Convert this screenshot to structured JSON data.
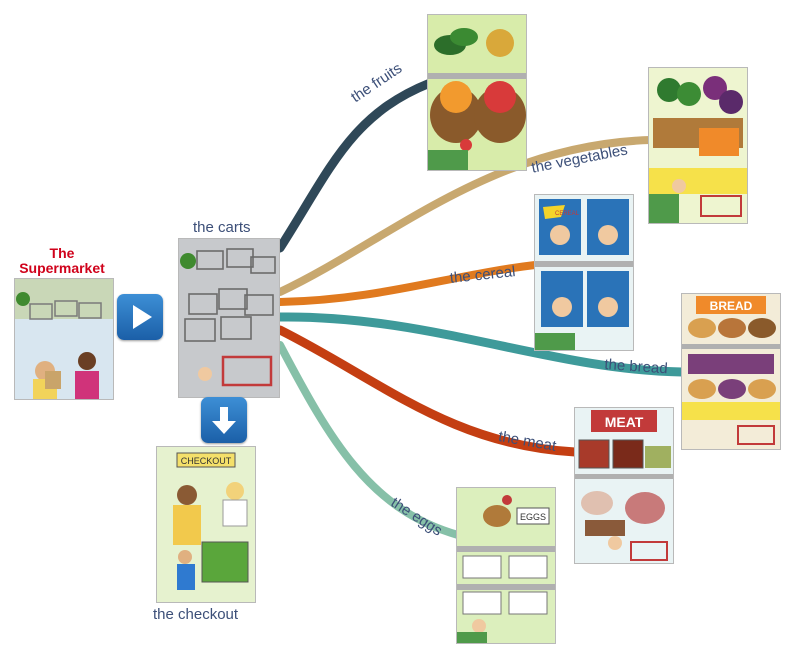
{
  "root": {
    "title": "The Supermarket"
  },
  "central": {
    "label": "the carts"
  },
  "checkout": {
    "label": "the checkout"
  },
  "branches": {
    "fruits": {
      "label": "the fruits",
      "color": "#2f4858"
    },
    "vegetables": {
      "label": "the vegetables",
      "color": "#c8a86f"
    },
    "cereal": {
      "label": "the cereal",
      "color": "#e07a1f"
    },
    "bread": {
      "label": "the bread",
      "color": "#3e9a9a"
    },
    "meat": {
      "label": "the meat",
      "color": "#c43e12"
    },
    "eggs": {
      "label": "the eggs",
      "color": "#86c0a8"
    }
  },
  "signs": {
    "checkout": "CHECKOUT",
    "bread": "BREAD",
    "meat": "MEAT",
    "eggs": "EGGS",
    "cereal": "CEREAL"
  },
  "icons": {
    "next": "play-arrow-icon",
    "down": "down-arrow-icon"
  }
}
